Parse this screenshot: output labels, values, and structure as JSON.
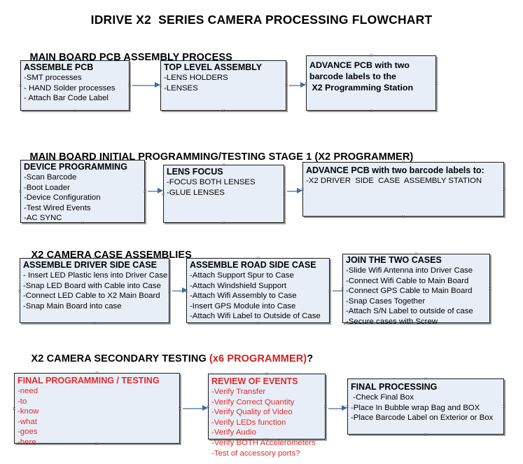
{
  "document": {
    "title": "IDRIVE X2  SERIES CAMERA PROCESSING FLOWCHART"
  },
  "sections": [
    {
      "id": "main-board-pcb-assembly-process",
      "heading": "MAIN BOARD PCB ASSEMBLY PROCESS",
      "heading_accent": "",
      "heading_tail": ""
    },
    {
      "id": "main-board-initial-programming",
      "heading": "MAIN BOARD INITIAL PROGRAMMING/TESTING STAGE 1 (X2 PROGRAMMER)",
      "heading_accent": "",
      "heading_tail": ""
    },
    {
      "id": "x2-camera-case-assemblies",
      "heading": "X2 CAMERA CASE ASSEMBLIES",
      "heading_accent": "",
      "heading_tail": ""
    },
    {
      "id": "x2-camera-secondary-testing",
      "heading": "X2 CAMERA SECONDARY TESTING ",
      "heading_accent": "(x6 PROGRAMMER)",
      "heading_tail": "?"
    }
  ],
  "boxes": {
    "assemble_pcb": {
      "title": "ASSEMBLE PCB",
      "lines": [
        "-SMT processes",
        "- HAND Solder processes",
        "- Attach Bar Code Label"
      ]
    },
    "top_level_assembly": {
      "title": "TOP LEVEL ASSEMBLY",
      "lines": [
        "-LENS HOLDERS",
        "-LENSES"
      ]
    },
    "advance_pcb_station": {
      "title": "",
      "lines": [
        "ADVANCE PCB with two",
        "barcode labels to the",
        " X2 Programming Station"
      ]
    },
    "device_programming": {
      "title": "DEVICE PROGRAMMING",
      "lines": [
        "-Scan Barcode",
        "-Boot Loader",
        "-Device Configuration",
        "-Test Wired Events",
        "-AC SYNC"
      ]
    },
    "lens_focus": {
      "title": "LENS FOCUS",
      "lines": [
        "-FOCUS BOTH LENSES",
        "-GLUE LENSES"
      ]
    },
    "advance_pcb_driver_side": {
      "title": "ADVANCE PCB with two barcode labels to:",
      "lines": [
        "-X2 DRIVER  SIDE  CASE  ASSEMBLY STATION"
      ]
    },
    "assemble_driver_side_case": {
      "title": "ASSEMBLE DRIVER SIDE CASE",
      "lines": [
        "- Insert LED Plastic lens into Driver Case",
        "-Snap LED Board with Cable into Case",
        "-Connect LED Cable to X2 Main Board",
        "-Snap Main Board into case"
      ]
    },
    "assemble_road_side_case": {
      "title": "ASSEMBLE ROAD SIDE CASE",
      "lines": [
        "-Attach Support Spur to Case",
        "-Attach Windshield Support",
        "-Attach Wifi Assembly to Case",
        "-Insert GPS Module into Case",
        "-Attach Wifi Label to Outside of Case"
      ]
    },
    "join_the_two_cases": {
      "title": "JOIN THE TWO CASES",
      "lines": [
        "-Slide Wifi Antenna into Driver Case",
        "-Connect Wifi Cable to Main Board",
        "-Connect GPS Cable to Main Board",
        "-Snap Cases Together",
        "-Attach S/N Label to outside of case",
        "-Secure cases with Screw"
      ]
    },
    "final_programming_testing": {
      "title": "FINAL PROGRAMMING / TESTING",
      "lines": [
        "-need",
        "-to",
        "-know",
        "-what",
        "-goes",
        "-here"
      ]
    },
    "review_of_events": {
      "title": "REVIEW OF EVENTS",
      "lines": [
        "-Verify Transfer",
        "-Verify Correct Quantity",
        "-Verify Quality of Video",
        "-Verify LEDs function",
        "-Verify Audio",
        "-Verify BOTH Accelerometers",
        "-Test of accessory ports?"
      ]
    },
    "final_processing": {
      "title": "FINAL PROCESSING",
      "lines": [
        " -Check Final Box",
        "-Place In Bubble wrap Bag and BOX",
        "-Place Barcode Label on Exterior or Box"
      ]
    }
  },
  "colors": {
    "box_fill": "#e8eef7",
    "box_border": "#1b1b1b",
    "arrow_line": "#8aa4c0",
    "arrow_head": "#3b6ea8",
    "accent_red": "#e02b2b",
    "heading_red": "#d21f1f"
  }
}
